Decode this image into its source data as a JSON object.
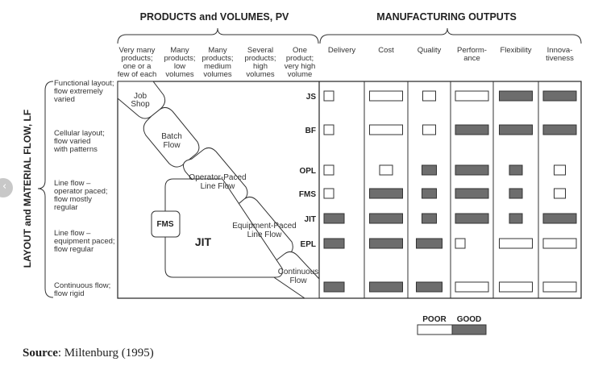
{
  "top_headers": {
    "products": "PRODUCTS and VOLUMES, PV",
    "outputs": "MANUFACTURING OUTPUTS"
  },
  "side_header": "LAYOUT and MATERIAL FLOW, LF",
  "pv_columns": [
    [
      "Very many",
      "products;",
      "one or a",
      "few of each"
    ],
    [
      "Many",
      "products;",
      "low",
      "volumes"
    ],
    [
      "Many",
      "products;",
      "medium",
      "volumes"
    ],
    [
      "Several",
      "products;",
      "high",
      "volumes"
    ],
    [
      "One",
      "product;",
      "very high",
      "volume"
    ]
  ],
  "output_columns": [
    [
      "Delivery"
    ],
    [
      "Cost"
    ],
    [
      "Quality"
    ],
    [
      "Perform-",
      "ance"
    ],
    [
      "Flexibility"
    ],
    [
      "Innova-",
      "tiveness"
    ]
  ],
  "lf_rows": [
    [
      "Functional layout;",
      "flow extremely",
      "varied"
    ],
    [
      "Cellular layout;",
      "flow varied",
      "with patterns"
    ],
    [
      "Line flow –",
      "operator paced;",
      "flow mostly",
      "regular"
    ],
    [
      "Line flow –",
      "equipment paced;",
      "flow regular"
    ],
    [
      "Continuous flow;",
      "flow rigid"
    ]
  ],
  "flow_labels": {
    "job_shop": [
      "Job",
      "Shop"
    ],
    "batch": [
      "Batch",
      "Flow"
    ],
    "operator": [
      "Operator-Paced",
      "Line Flow"
    ],
    "equipment": [
      "Equipment-Paced",
      "Line Flow"
    ],
    "continuous": [
      "Continuous",
      "Flow"
    ],
    "fms": "FMS",
    "jit": "JIT"
  },
  "rows": [
    {
      "code": "JS",
      "ratings": [
        "poor",
        "poor",
        "poor",
        "poor",
        "good",
        "good"
      ]
    },
    {
      "code": "BF",
      "ratings": [
        "poor",
        "poor",
        "poor",
        "good",
        "good",
        "good"
      ]
    },
    {
      "code": "OPL",
      "ratings": [
        "poor",
        "poor",
        "good",
        "good",
        "good",
        "poor"
      ]
    },
    {
      "code": "FMS",
      "ratings": [
        "poor",
        "good",
        "good",
        "good",
        "good",
        "poor"
      ]
    },
    {
      "code": "JIT",
      "ratings": [
        "good",
        "good",
        "good",
        "good",
        "good",
        "good"
      ]
    },
    {
      "code": "EPL",
      "ratings": [
        "good",
        "good",
        "good",
        "poor",
        "poor",
        "poor"
      ]
    },
    {
      "code": "",
      "ratings": [
        "good",
        "good",
        "good",
        "poor",
        "poor",
        "poor"
      ]
    }
  ],
  "legend": {
    "poor": "POOR",
    "good": "GOOD"
  },
  "colors": {
    "good": "#6d6d6d",
    "poor": "#ffffff",
    "line": "#333333"
  },
  "source": {
    "label": "Source",
    "text": ": Miltenburg (1995)"
  },
  "nav_icon": "chevron-left-icon"
}
